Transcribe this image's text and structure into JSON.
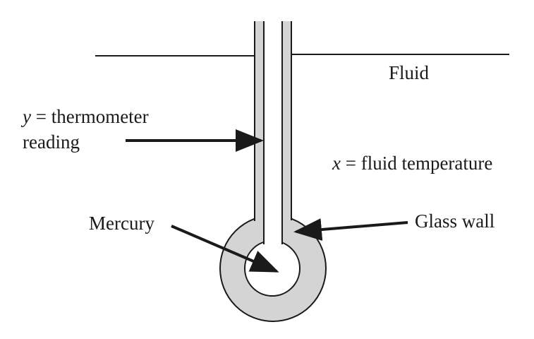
{
  "labels": {
    "fluid": "Fluid",
    "y_var": "y",
    "y_rest": " = thermometer",
    "y_line2": "reading",
    "x_var": "x",
    "x_rest": " = fluid temperature",
    "mercury": "Mercury",
    "glass_wall": "Glass wall"
  },
  "colors": {
    "glass": "#d4d4d4",
    "stroke": "#1a1a1a",
    "mercury": "#ffffff"
  }
}
